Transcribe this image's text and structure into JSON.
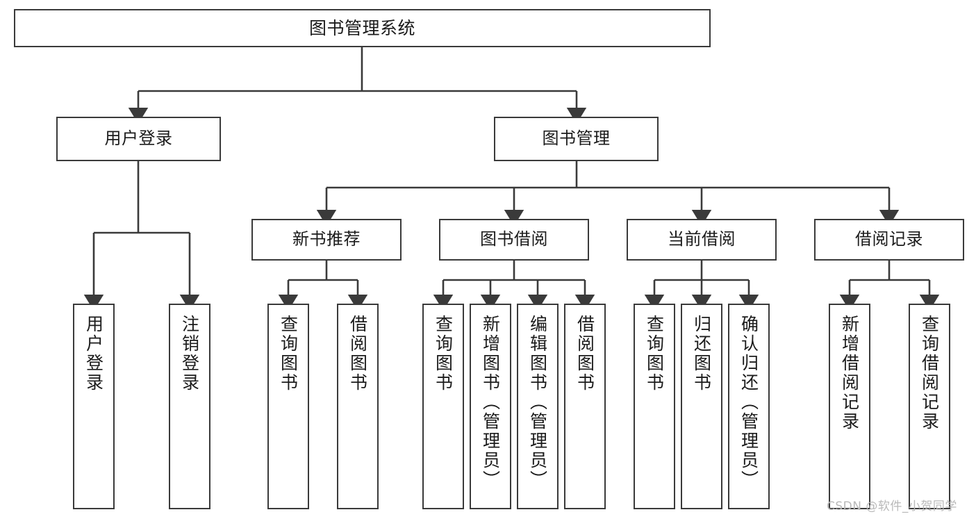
{
  "diagram": {
    "type": "tree",
    "title": "图书管理系统",
    "watermark": "CSDN @软件_小贺同学",
    "colors": {
      "stroke": "#3a3a3a",
      "fill": "#ffffff",
      "text": "#1b1b1b",
      "watermark": "#b9b9b9"
    },
    "nodes": {
      "root": {
        "label": "图书管理系统"
      },
      "level2": [
        {
          "label": "用户登录"
        },
        {
          "label": "图书管理"
        }
      ],
      "level3": [
        {
          "label": "新书推荐"
        },
        {
          "label": "图书借阅"
        },
        {
          "label": "当前借阅"
        },
        {
          "label": "借阅记录"
        }
      ],
      "leaves": {
        "user_login": [
          {
            "label": "用户登录"
          },
          {
            "label": "注销登录"
          }
        ],
        "new_book_recommend": [
          {
            "label": "查询图书"
          },
          {
            "label": "借阅图书"
          }
        ],
        "book_borrow": [
          {
            "label": "查询图书"
          },
          {
            "label": "新增图书（管理员）"
          },
          {
            "label": "编辑图书（管理员）"
          },
          {
            "label": "借阅图书"
          }
        ],
        "current_borrow": [
          {
            "label": "查询图书"
          },
          {
            "label": "归还图书"
          },
          {
            "label": "确认归还（管理员）"
          }
        ],
        "borrow_record": [
          {
            "label": "新增借阅记录"
          },
          {
            "label": "查询借阅记录"
          }
        ]
      }
    }
  }
}
